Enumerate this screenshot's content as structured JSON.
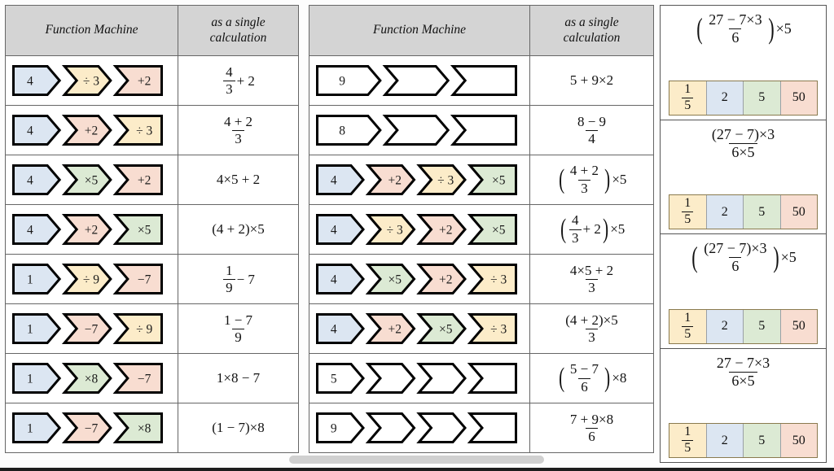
{
  "colors": {
    "blue": "#dce6f2",
    "yellow": "#fcecc9",
    "pink": "#f8ddd1",
    "green": "#dcead4",
    "header_bg": "#d4d4d4",
    "scrollbar": "#d0d0d0"
  },
  "table1": {
    "headers": [
      "Function Machine",
      "as a single calculation"
    ],
    "rows": [
      {
        "machine": [
          {
            "label": "4",
            "color": "blue"
          },
          {
            "label": "÷ 3",
            "color": "yellow"
          },
          {
            "label": "+2",
            "color": "pink"
          }
        ],
        "calc": {
          "type": "frac-plus",
          "num": "4",
          "den": "3",
          "tail": "+ 2"
        }
      },
      {
        "machine": [
          {
            "label": "4",
            "color": "blue"
          },
          {
            "label": "+2",
            "color": "pink"
          },
          {
            "label": "÷ 3",
            "color": "yellow"
          }
        ],
        "calc": {
          "type": "frac",
          "num": "4 + 2",
          "den": "3"
        }
      },
      {
        "machine": [
          {
            "label": "4",
            "color": "blue"
          },
          {
            "label": "×5",
            "color": "green"
          },
          {
            "label": "+2",
            "color": "pink"
          }
        ],
        "calc": {
          "type": "plain",
          "text": "4×5 + 2"
        }
      },
      {
        "machine": [
          {
            "label": "4",
            "color": "blue"
          },
          {
            "label": "+2",
            "color": "pink"
          },
          {
            "label": "×5",
            "color": "green"
          }
        ],
        "calc": {
          "type": "plain",
          "text": "(4 + 2)×5"
        }
      },
      {
        "machine": [
          {
            "label": "1",
            "color": "blue"
          },
          {
            "label": "÷ 9",
            "color": "yellow"
          },
          {
            "label": "−7",
            "color": "pink"
          }
        ],
        "calc": {
          "type": "frac-plus",
          "num": "1",
          "den": "9",
          "tail": "− 7"
        }
      },
      {
        "machine": [
          {
            "label": "1",
            "color": "blue"
          },
          {
            "label": "−7",
            "color": "pink"
          },
          {
            "label": "÷ 9",
            "color": "yellow"
          }
        ],
        "calc": {
          "type": "frac",
          "num": "1 − 7",
          "den": "9"
        }
      },
      {
        "machine": [
          {
            "label": "1",
            "color": "blue"
          },
          {
            "label": "×8",
            "color": "green"
          },
          {
            "label": "−7",
            "color": "pink"
          }
        ],
        "calc": {
          "type": "plain",
          "text": "1×8 − 7"
        }
      },
      {
        "machine": [
          {
            "label": "1",
            "color": "blue"
          },
          {
            "label": "−7",
            "color": "pink"
          },
          {
            "label": "×8",
            "color": "green"
          }
        ],
        "calc": {
          "type": "plain",
          "text": "(1 − 7)×8"
        }
      }
    ]
  },
  "table2": {
    "headers": [
      "Function Machine",
      "as a single calculation"
    ],
    "rows": [
      {
        "machine": [
          {
            "label": "9",
            "color": "white"
          },
          {
            "label": "",
            "color": "white"
          },
          {
            "label": "",
            "color": "white"
          }
        ],
        "calc": {
          "type": "plain",
          "text": "5 + 9×2"
        }
      },
      {
        "machine": [
          {
            "label": "8",
            "color": "white"
          },
          {
            "label": "",
            "color": "white"
          },
          {
            "label": "",
            "color": "white"
          }
        ],
        "calc": {
          "type": "frac",
          "num": "8 − 9",
          "den": "4"
        }
      },
      {
        "machine": [
          {
            "label": "4",
            "color": "blue"
          },
          {
            "label": "+2",
            "color": "pink"
          },
          {
            "label": "÷ 3",
            "color": "yellow"
          },
          {
            "label": "×5",
            "color": "green"
          }
        ],
        "calc": {
          "type": "paren-frac",
          "num": "4 + 2",
          "den": "3",
          "tail": "×5"
        }
      },
      {
        "machine": [
          {
            "label": "4",
            "color": "blue"
          },
          {
            "label": "÷ 3",
            "color": "yellow"
          },
          {
            "label": "+2",
            "color": "pink"
          },
          {
            "label": "×5",
            "color": "green"
          }
        ],
        "calc": {
          "type": "paren-frac-plus",
          "num": "4",
          "den": "3",
          "mid": "+ 2",
          "tail": "×5"
        }
      },
      {
        "machine": [
          {
            "label": "4",
            "color": "blue"
          },
          {
            "label": "×5",
            "color": "green"
          },
          {
            "label": "+2",
            "color": "pink"
          },
          {
            "label": "÷ 3",
            "color": "yellow"
          }
        ],
        "calc": {
          "type": "frac",
          "num": "4×5 + 2",
          "den": "3"
        }
      },
      {
        "machine": [
          {
            "label": "4",
            "color": "blue"
          },
          {
            "label": "+2",
            "color": "pink"
          },
          {
            "label": "×5",
            "color": "green"
          },
          {
            "label": "÷ 3",
            "color": "yellow"
          }
        ],
        "calc": {
          "type": "frac",
          "num": "(4 + 2)×5",
          "den": "3"
        }
      },
      {
        "machine": [
          {
            "label": "5",
            "color": "white"
          },
          {
            "label": "",
            "color": "white"
          },
          {
            "label": "",
            "color": "white"
          },
          {
            "label": "",
            "color": "white"
          }
        ],
        "calc": {
          "type": "paren-frac",
          "num": "5 − 7",
          "den": "6",
          "tail": "×8"
        }
      },
      {
        "machine": [
          {
            "label": "9",
            "color": "white"
          },
          {
            "label": "",
            "color": "white"
          },
          {
            "label": "",
            "color": "white"
          },
          {
            "label": "",
            "color": "white"
          }
        ],
        "calc": {
          "type": "frac",
          "num": "7 + 9×8",
          "den": "6"
        }
      }
    ]
  },
  "right_panel": {
    "strip_cells": [
      {
        "label_num": "1",
        "label_den": "5",
        "color": "yellow"
      },
      {
        "label": "2",
        "color": "blue"
      },
      {
        "label": "5",
        "color": "green"
      },
      {
        "label": "50",
        "color": "pink"
      }
    ],
    "sections": [
      {
        "expr": {
          "type": "paren-frac",
          "num": "27 − 7×3",
          "den": "6",
          "tail": "×5"
        }
      },
      {
        "expr": {
          "type": "frac",
          "num": "(27 − 7)×3",
          "den": "6×5"
        }
      },
      {
        "expr": {
          "type": "paren-frac",
          "num": "(27 − 7)×3",
          "den": "6",
          "tail": "×5"
        }
      },
      {
        "expr": {
          "type": "frac",
          "num": "27 − 7×3",
          "den": "6×5"
        }
      }
    ]
  },
  "scrollbar": {
    "label": "horizontal-scrollbar"
  }
}
